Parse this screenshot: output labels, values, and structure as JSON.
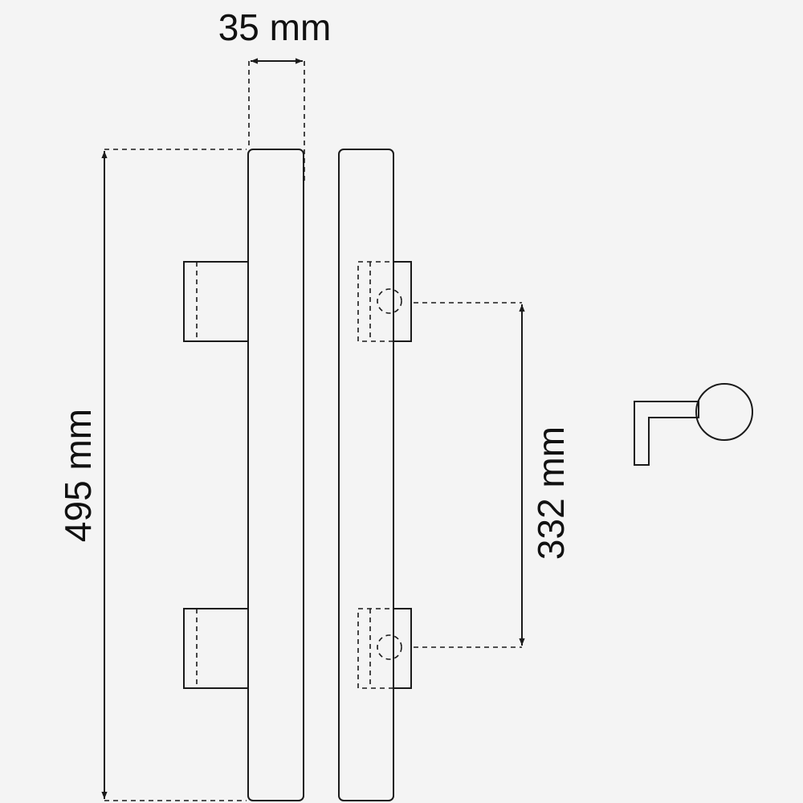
{
  "dimensions": {
    "width": "35 mm",
    "length": "495 mm",
    "hole_spacing": "332 mm"
  },
  "colors": {
    "background": "#f4f4f4",
    "line": "#1a1a1a"
  }
}
